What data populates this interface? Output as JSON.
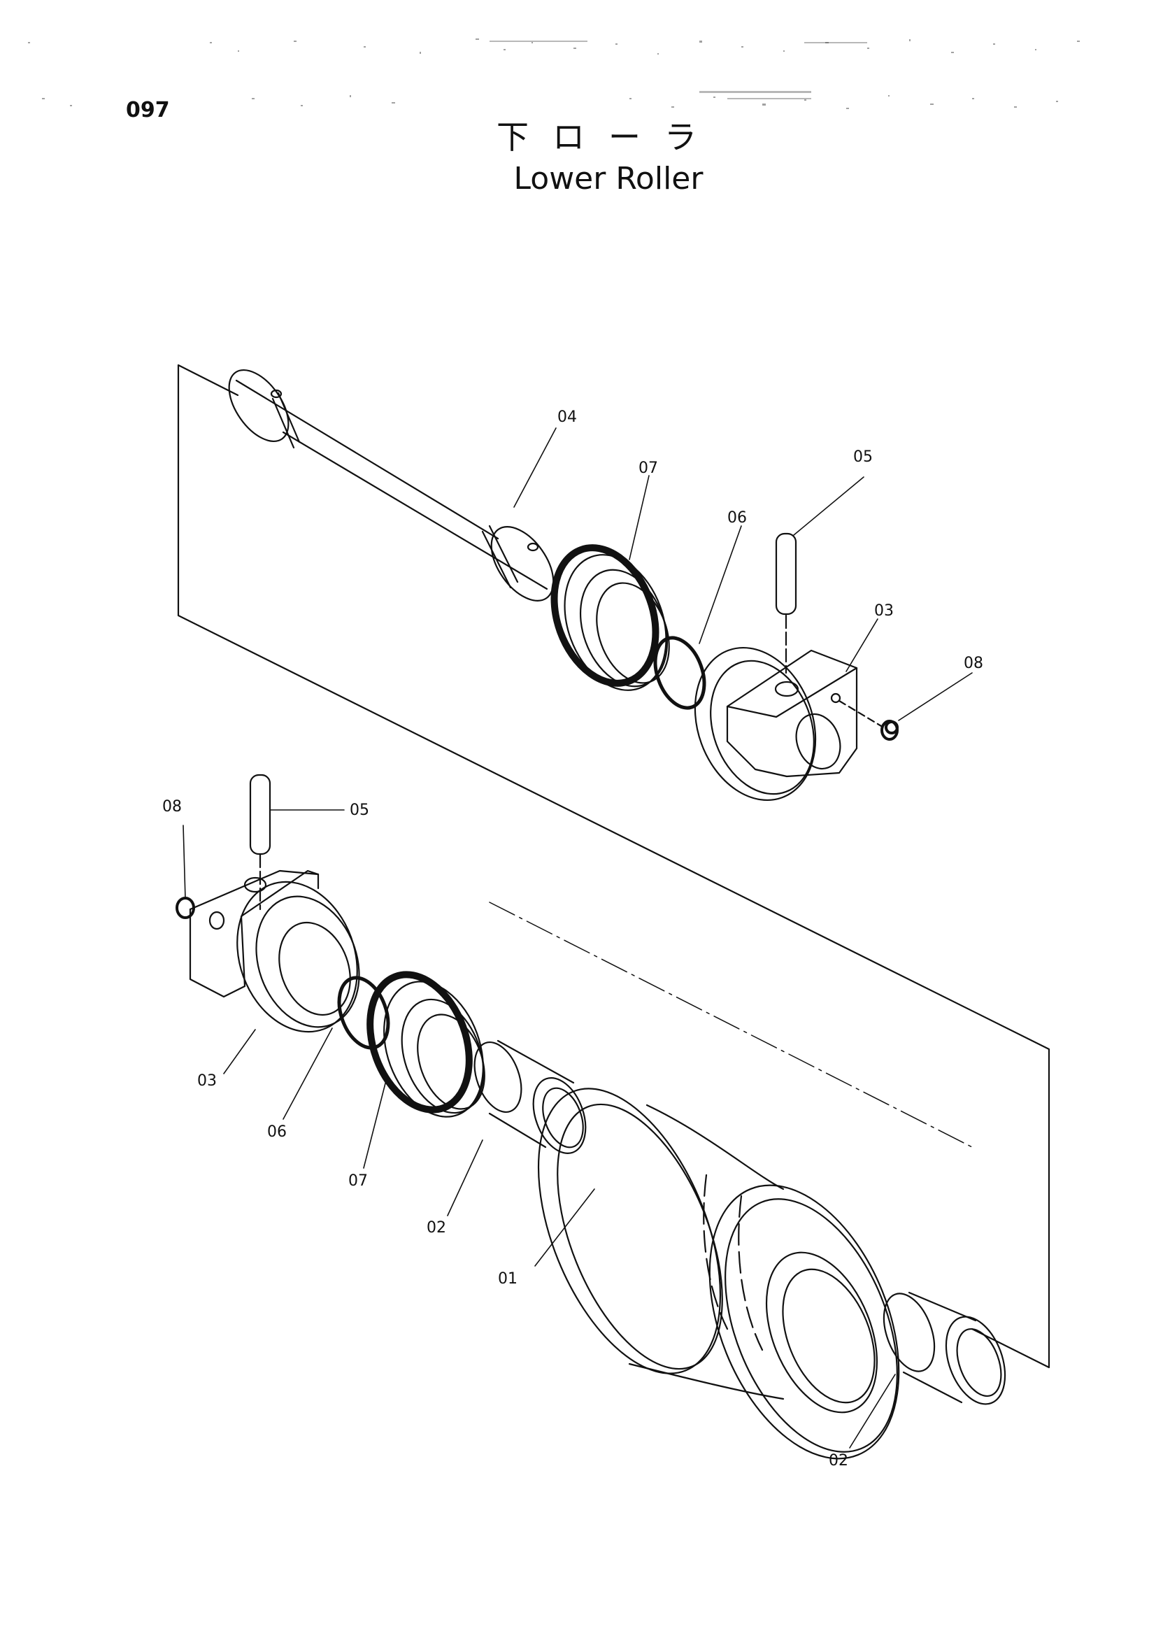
{
  "header": {
    "page_number": "097",
    "title_jp": "下ローラ",
    "title_en": "Lower Roller"
  },
  "callouts": {
    "c01": "01",
    "c02a": "02",
    "c02b": "02",
    "c03a": "03",
    "c03b": "03",
    "c04": "04",
    "c05a": "05",
    "c05b": "05",
    "c06a": "06",
    "c06b": "06",
    "c07a": "07",
    "c07b": "07",
    "c08a": "08",
    "c08b": "08"
  }
}
